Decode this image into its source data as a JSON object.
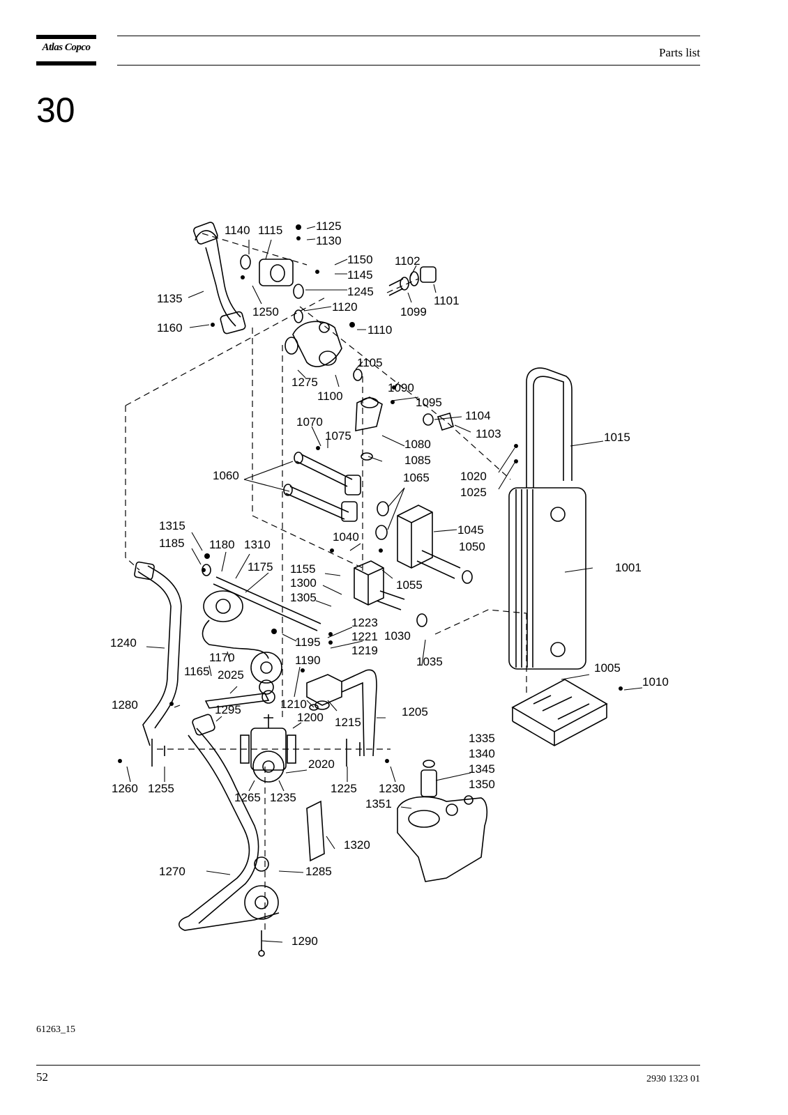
{
  "header": {
    "logo_text": "Atlas Copco",
    "title": "Parts list"
  },
  "section_number": "30",
  "figure": {
    "code": "61263_15",
    "callouts": [
      "1140",
      "1115",
      "1125",
      "1130",
      "1150",
      "1145",
      "1102",
      "1101",
      "1245",
      "1099",
      "1135",
      "1250",
      "1120",
      "1160",
      "1110",
      "1105",
      "1275",
      "1100",
      "1090",
      "1095",
      "1104",
      "1103",
      "1015",
      "1070",
      "1075",
      "1080",
      "1085",
      "1020",
      "1025",
      "1060",
      "1065",
      "1045",
      "1315",
      "1040",
      "1050",
      "1185",
      "1180",
      "1310",
      "1175",
      "1155",
      "1055",
      "1001",
      "1300",
      "1305",
      "1223",
      "1030",
      "1221",
      "1240",
      "1195",
      "1219",
      "1170",
      "1035",
      "1190",
      "1005",
      "1165",
      "2025",
      "1010",
      "1210",
      "1280",
      "1295",
      "1215",
      "1205",
      "1200",
      "1335",
      "1340",
      "2020",
      "1345",
      "1260",
      "1255",
      "1225",
      "1230",
      "1350",
      "1265",
      "1235",
      "1351",
      "1320",
      "1270",
      "1285",
      "1290"
    ]
  },
  "footer": {
    "page_number": "52",
    "doc_number": "2930 1323 01"
  }
}
